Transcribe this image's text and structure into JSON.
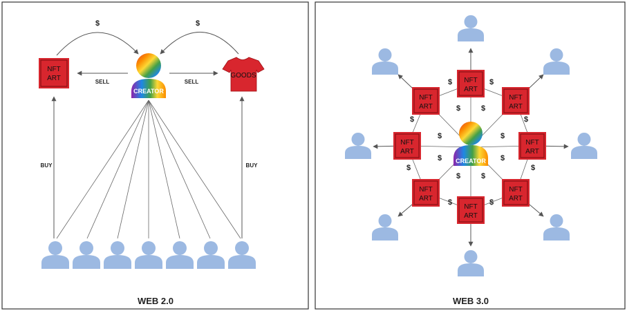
{
  "web2": {
    "title": "WEB 2.0",
    "creator_label": "CREATOR",
    "nft_line1": "NFT",
    "nft_line2": "ART",
    "goods_label": "GOODS",
    "sell_label": "SELL",
    "buy_label": "BUY",
    "dollar": "$",
    "buyer_count": 7
  },
  "web3": {
    "title": "WEB 3.0",
    "creator_label": "CREATOR",
    "nft_line1": "NFT",
    "nft_line2": "ART",
    "dollar": "$",
    "node_count": 8
  },
  "colors": {
    "person_blue": "#9cb9e2",
    "nft_red": "#d8262e",
    "frame": "#333333",
    "arrow": "#555555"
  }
}
